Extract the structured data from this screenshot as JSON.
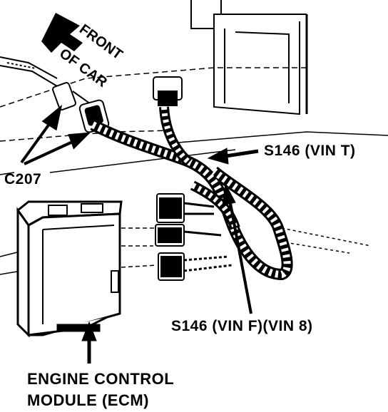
{
  "labels": {
    "front_line1": "FRONT",
    "front_line2": "OF CAR",
    "connector_c207": "C207",
    "splice_vin_t": "S146 (VIN T)",
    "splice_vin_f8": "S146 (VIN F)(VIN 8)",
    "ecm_line1": "ENGINE CONTROL",
    "ecm_line2": "MODULE (ECM)"
  },
  "colors": {
    "ink": "#000000",
    "paper": "#ffffff"
  }
}
